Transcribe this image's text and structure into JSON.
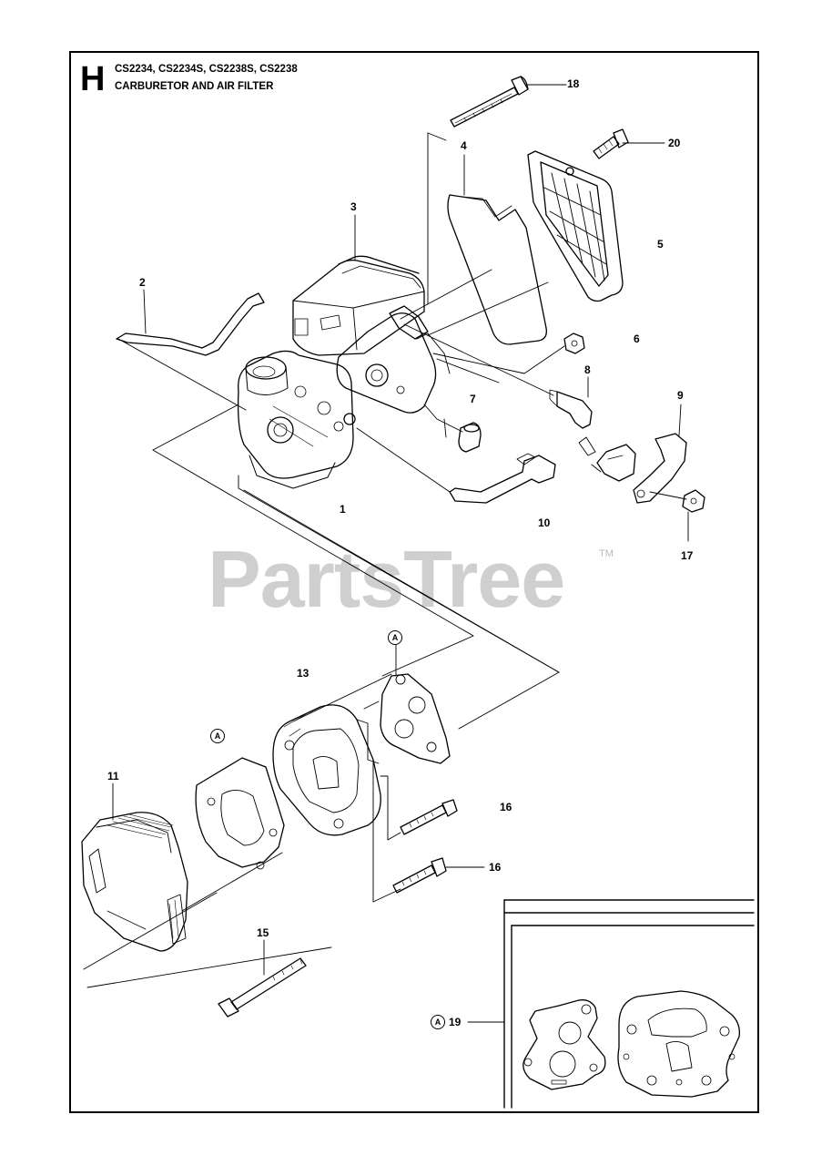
{
  "header": {
    "section": "H",
    "models": "CS2234, CS2234S, CS2238S, CS2238",
    "title": "CARBURETOR AND AIR FILTER"
  },
  "watermark": {
    "text": "PartsTree",
    "tm": "TM"
  },
  "callouts": {
    "c1": "1",
    "c2": "2",
    "c3": "3",
    "c4": "4",
    "c5": "5",
    "c6": "6",
    "c7": "7",
    "c8": "8",
    "c9": "9",
    "c10": "10",
    "c11": "11",
    "c13": "13",
    "c15": "15",
    "c16a": "16",
    "c16b": "16",
    "c17": "17",
    "c18": "18",
    "c19": "19",
    "c20": "20"
  },
  "markers": {
    "a1": "A",
    "a2": "A",
    "a3": "A"
  }
}
